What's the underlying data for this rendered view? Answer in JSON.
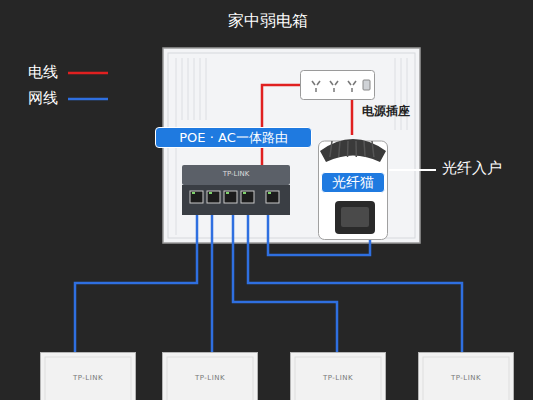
{
  "diagram": {
    "nodes": [
      {
        "text": [
          "家中弱电箱"
        ]
      },
      {
        "text": [
          "电源插座"
        ],
        "in": 0
      },
      {
        "text": [
          "POE · AC一体路由",
          "TP-LINK"
        ],
        "in": 0
      },
      {
        "text": [
          "光纤猫"
        ],
        "in": 0
      },
      {
        "text": [
          "TP-LINK"
        ]
      },
      {
        "text": [
          "TP-LINK"
        ]
      },
      {
        "text": [
          "TP-LINK"
        ]
      },
      {
        "text": [
          "TP-LINK"
        ]
      }
    ],
    "edges": [
      {
        "from": 1,
        "to": 2,
        "arrow": "none"
      },
      {
        "from": 1,
        "to": 3,
        "arrow": "none"
      },
      {
        "from": 3,
        "to": 2,
        "arrow": "none"
      },
      {
        "from": 2,
        "to": 4,
        "arrow": "none"
      },
      {
        "from": 2,
        "to": 5,
        "arrow": "none"
      },
      {
        "from": 2,
        "to": 6,
        "arrow": "none"
      },
      {
        "from": 2,
        "to": 7,
        "arrow": "none"
      }
    ],
    "labels": [
      "光纤入户"
    ],
    "legend": [
      {
        "text": "电线"
      },
      {
        "text": "网线"
      }
    ]
  }
}
